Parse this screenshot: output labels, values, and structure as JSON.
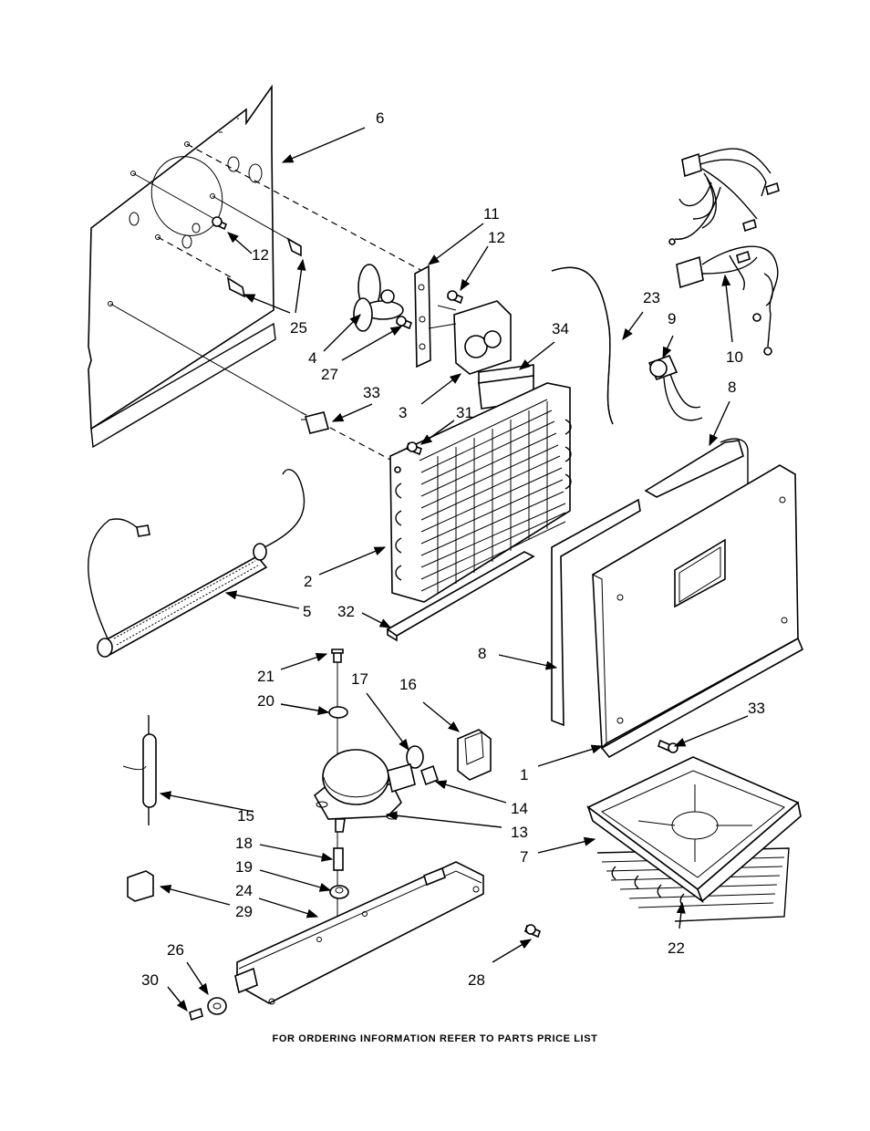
{
  "footer_text": "FOR ORDERING INFORMATION REFER TO PARTS PRICE LIST",
  "callouts": [
    "6",
    "11",
    "12",
    "12",
    "25",
    "4",
    "27",
    "23",
    "9",
    "34",
    "33",
    "3",
    "31",
    "10",
    "8",
    "2",
    "5",
    "32",
    "8",
    "21",
    "17",
    "16",
    "20",
    "33",
    "1",
    "14",
    "15",
    "13",
    "18",
    "7",
    "19",
    "24",
    "29",
    "22",
    "26",
    "30",
    "28"
  ]
}
